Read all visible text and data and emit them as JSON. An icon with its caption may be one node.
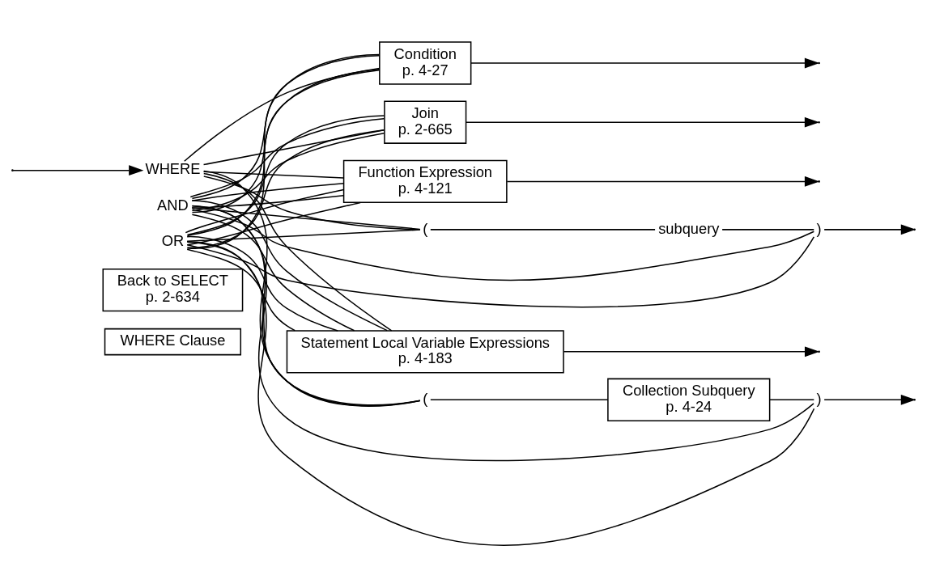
{
  "diagram": {
    "nodes": [
      {
        "text": [
          "WHERE Clause"
        ]
      },
      {
        "text": [
          "Back to SELECT",
          "p. 2-634"
        ]
      },
      {
        "text": [
          "WHERE"
        ]
      },
      {
        "text": [
          "AND"
        ]
      },
      {
        "text": [
          "OR"
        ]
      },
      {
        "text": [
          "Condition",
          "p. 4-27"
        ]
      },
      {
        "text": [
          "Join",
          "p. 2-665"
        ]
      },
      {
        "text": [
          "Function Expression",
          "p. 4-121"
        ]
      },
      {
        "text": [
          "("
        ]
      },
      {
        "text": [
          "subquery"
        ]
      },
      {
        "text": [
          ")"
        ]
      },
      {
        "text": [
          "Statement Local Variable Expressions",
          "p. 4-183"
        ]
      },
      {
        "text": [
          "("
        ]
      },
      {
        "text": [
          "Collection Subquery",
          "p. 4-24"
        ]
      },
      {
        "text": [
          ")"
        ]
      }
    ],
    "edges": [
      {
        "from": null,
        "to": 2,
        "arrow": "to"
      },
      {
        "from": 2,
        "to": 5,
        "arrow": "none"
      },
      {
        "from": 2,
        "to": 6,
        "arrow": "none"
      },
      {
        "from": 2,
        "to": 7,
        "arrow": "none"
      },
      {
        "from": 2,
        "to": 8,
        "arrow": "none"
      },
      {
        "from": 2,
        "to": 11,
        "arrow": "none"
      },
      {
        "from": 2,
        "to": 12,
        "arrow": "none"
      },
      {
        "from": 8,
        "to": 9,
        "arrow": "none"
      },
      {
        "from": 9,
        "to": 10,
        "arrow": "none"
      },
      {
        "from": 12,
        "to": 13,
        "arrow": "none"
      },
      {
        "from": 13,
        "to": 14,
        "arrow": "none"
      },
      {
        "from": 5,
        "to": 3,
        "arrow": "none"
      },
      {
        "from": 6,
        "to": 3,
        "arrow": "none"
      },
      {
        "from": 7,
        "to": 3,
        "arrow": "none"
      },
      {
        "from": 10,
        "to": 3,
        "arrow": "none"
      },
      {
        "from": 11,
        "to": 3,
        "arrow": "none"
      },
      {
        "from": 14,
        "to": 3,
        "arrow": "none"
      },
      {
        "from": 5,
        "to": 4,
        "arrow": "none"
      },
      {
        "from": 6,
        "to": 4,
        "arrow": "none"
      },
      {
        "from": 7,
        "to": 4,
        "arrow": "none"
      },
      {
        "from": 10,
        "to": 4,
        "arrow": "none"
      },
      {
        "from": 11,
        "to": 4,
        "arrow": "none"
      },
      {
        "from": 14,
        "to": 4,
        "arrow": "none"
      },
      {
        "from": 3,
        "to": 5,
        "arrow": "none"
      },
      {
        "from": 3,
        "to": 6,
        "arrow": "none"
      },
      {
        "from": 3,
        "to": 7,
        "arrow": "none"
      },
      {
        "from": 3,
        "to": 8,
        "arrow": "none"
      },
      {
        "from": 3,
        "to": 11,
        "arrow": "none"
      },
      {
        "from": 3,
        "to": 12,
        "arrow": "none"
      },
      {
        "from": 4,
        "to": 5,
        "arrow": "none"
      },
      {
        "from": 4,
        "to": 6,
        "arrow": "none"
      },
      {
        "from": 4,
        "to": 7,
        "arrow": "none"
      },
      {
        "from": 4,
        "to": 8,
        "arrow": "none"
      },
      {
        "from": 4,
        "to": 11,
        "arrow": "none"
      },
      {
        "from": 4,
        "to": 12,
        "arrow": "none"
      },
      {
        "from": 5,
        "to": null,
        "arrow": "to"
      },
      {
        "from": 6,
        "to": null,
        "arrow": "to"
      },
      {
        "from": 7,
        "to": null,
        "arrow": "to"
      },
      {
        "from": 10,
        "to": null,
        "arrow": "to"
      },
      {
        "from": 11,
        "to": null,
        "arrow": "to"
      },
      {
        "from": 14,
        "to": null,
        "arrow": "to"
      }
    ]
  }
}
